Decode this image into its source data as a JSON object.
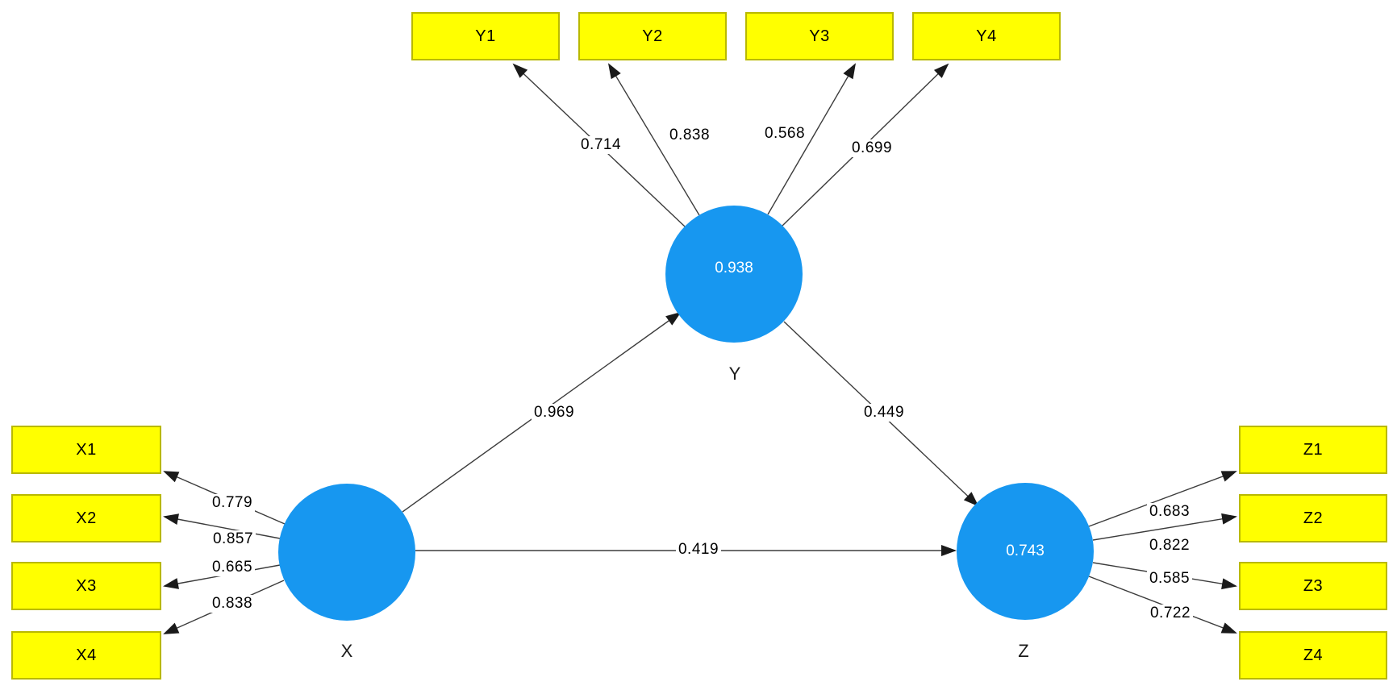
{
  "model": {
    "nodes": {
      "x": {
        "label": "X"
      },
      "y": {
        "label": "Y",
        "value": "0.938"
      },
      "z": {
        "label": "Z",
        "value": "0.743"
      }
    },
    "y_indicators": [
      {
        "label": "Y1",
        "loading": "0.714"
      },
      {
        "label": "Y2",
        "loading": "0.838"
      },
      {
        "label": "Y3",
        "loading": "0.568"
      },
      {
        "label": "Y4",
        "loading": "0.699"
      }
    ],
    "x_indicators": [
      {
        "label": "X1",
        "loading": "0.779"
      },
      {
        "label": "X2",
        "loading": "0.857"
      },
      {
        "label": "X3",
        "loading": "0.665"
      },
      {
        "label": "X4",
        "loading": "0.838"
      }
    ],
    "z_indicators": [
      {
        "label": "Z1",
        "loading": "0.683"
      },
      {
        "label": "Z2",
        "loading": "0.822"
      },
      {
        "label": "Z3",
        "loading": "0.585"
      },
      {
        "label": "Z4",
        "loading": "0.722"
      }
    ],
    "paths": {
      "x_to_y": "0.969",
      "y_to_z": "0.449",
      "x_to_z": "0.419"
    },
    "colors": {
      "latent_fill": "#1797f0",
      "indicator_fill": "#ffff00",
      "indicator_border": "#b9b900",
      "edge": "#3c3c3c"
    }
  }
}
